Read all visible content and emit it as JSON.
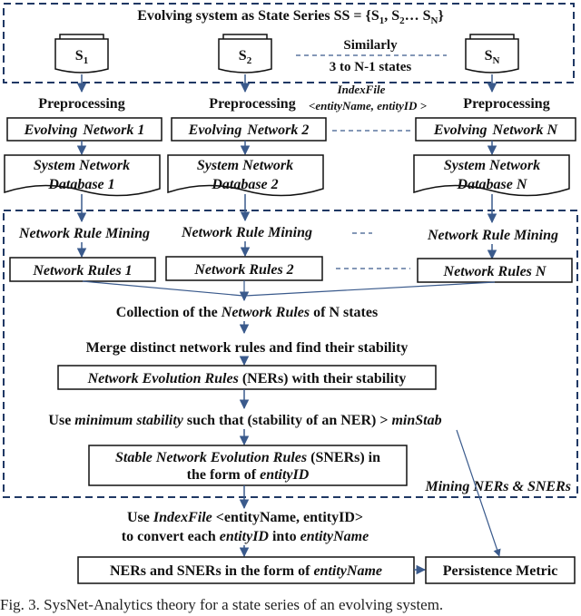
{
  "title": {
    "prefix": "Evolving system as State Series SS = {S",
    "s1": "1",
    "mid": ", S",
    "s2": "2",
    "dots": "… S",
    "sN": "N",
    "suffix": "}"
  },
  "states": [
    {
      "label": "S",
      "sub": "1"
    },
    {
      "label": "S",
      "sub": "2"
    },
    {
      "label": "S",
      "sub": "N"
    }
  ],
  "similarly": {
    "line1": "Similarly",
    "line2": "3 to N-1 states"
  },
  "preprocessing": "Preprocessing",
  "indexfile": {
    "line1": "IndexFile",
    "line2": "<entityName, entityID >"
  },
  "evolving_networks": [
    {
      "a": "Evolving",
      "b": "Network 1"
    },
    {
      "a": "Evolving",
      "b": "Network 2"
    },
    {
      "a": "Evolving",
      "b": "Network N"
    }
  ],
  "databases": [
    {
      "line1": "System Network",
      "line2": "Database 1"
    },
    {
      "line1": "System Network",
      "line2": "Database 2"
    },
    {
      "line1": "System Network",
      "line2": "Database N"
    }
  ],
  "rule_mining": "Network Rule Mining",
  "network_rules": [
    "Network Rules 1",
    "Network Rules 2",
    "Network Rules N"
  ],
  "collection": {
    "a": "Collection of the ",
    "b": "Network Rules",
    "c": " of N states"
  },
  "merge": "Merge distinct network rules and find their stability",
  "ners_box": {
    "a": "Network Evolution Rules",
    "b": " (NERs) with their stability"
  },
  "use_min": {
    "a": "Use ",
    "b": "minimum stability",
    "c": " such that  (stability of an NER) > ",
    "d": "minStab"
  },
  "sners_box": {
    "a": "Stable Network Evolution Rules",
    "b": " (SNERs) in",
    "c": "the form of ",
    "d": "entityID"
  },
  "mining_label": "Mining NERs & SNERs",
  "use_index": {
    "a": "Use ",
    "b": "IndexFile",
    "c": " <entityName, entityID>",
    "d": "to convert each ",
    "e": "entityID",
    "f": " into ",
    "g": "entityName"
  },
  "final_box": {
    "a": "NERs and SNERs in the form of ",
    "b": "entityName"
  },
  "persistence": "Persistence Metric",
  "caption": "Fig. 3. SysNet-Analytics theory for a state series of an evolving system."
}
